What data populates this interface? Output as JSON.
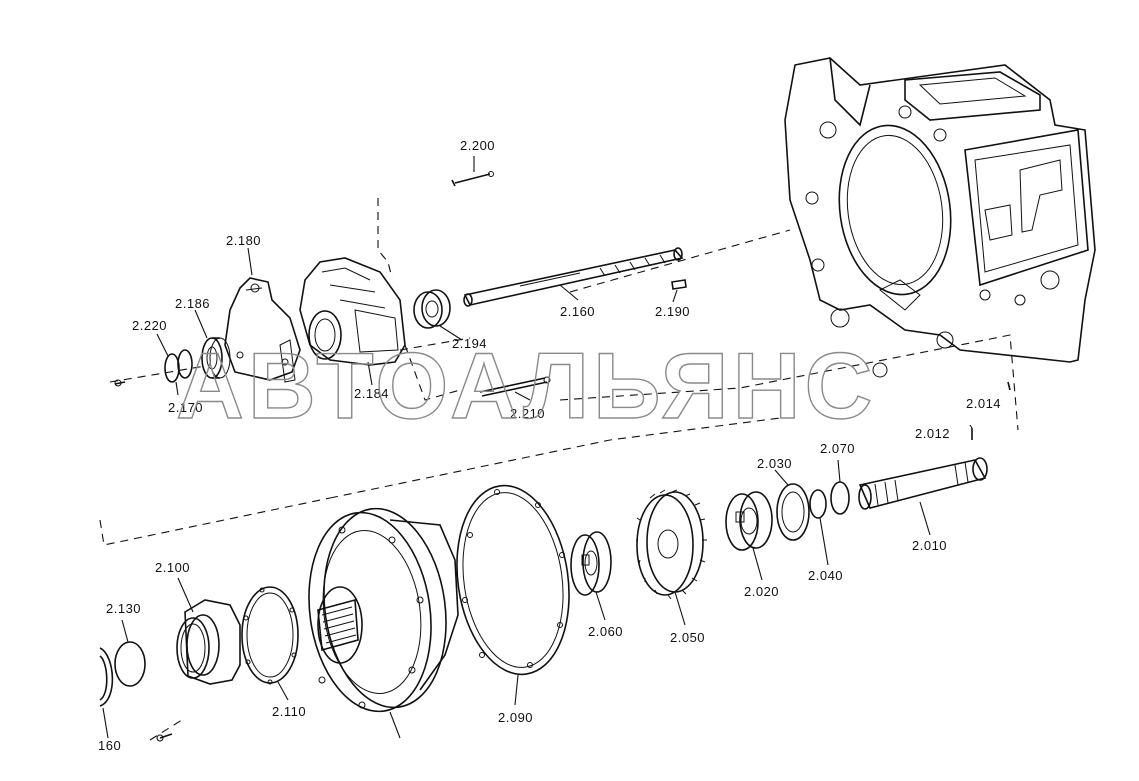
{
  "diagram": {
    "watermark": "АВТОАЛЬЯНС",
    "parts": {
      "p2200": "2.200",
      "p2180": "2.180",
      "p2186": "2.186",
      "p2220": "2.220",
      "p2170": "2.170",
      "p2184": "2.184",
      "p2194": "2.194",
      "p2160": "2.160",
      "p2190": "2.190",
      "p2210": "2.210",
      "p2014": "2.014",
      "p2012": "2.012",
      "p2070": "2.070",
      "p2030": "2.030",
      "p2010": "2.010",
      "p2040": "2.040",
      "p2020": "2.020",
      "p2050": "2.050",
      "p2060": "2.060",
      "p2090": "2.090",
      "p2100": "2.100",
      "p2130": "2.130",
      "p2110": "2.110",
      "p2160b": "160"
    }
  }
}
